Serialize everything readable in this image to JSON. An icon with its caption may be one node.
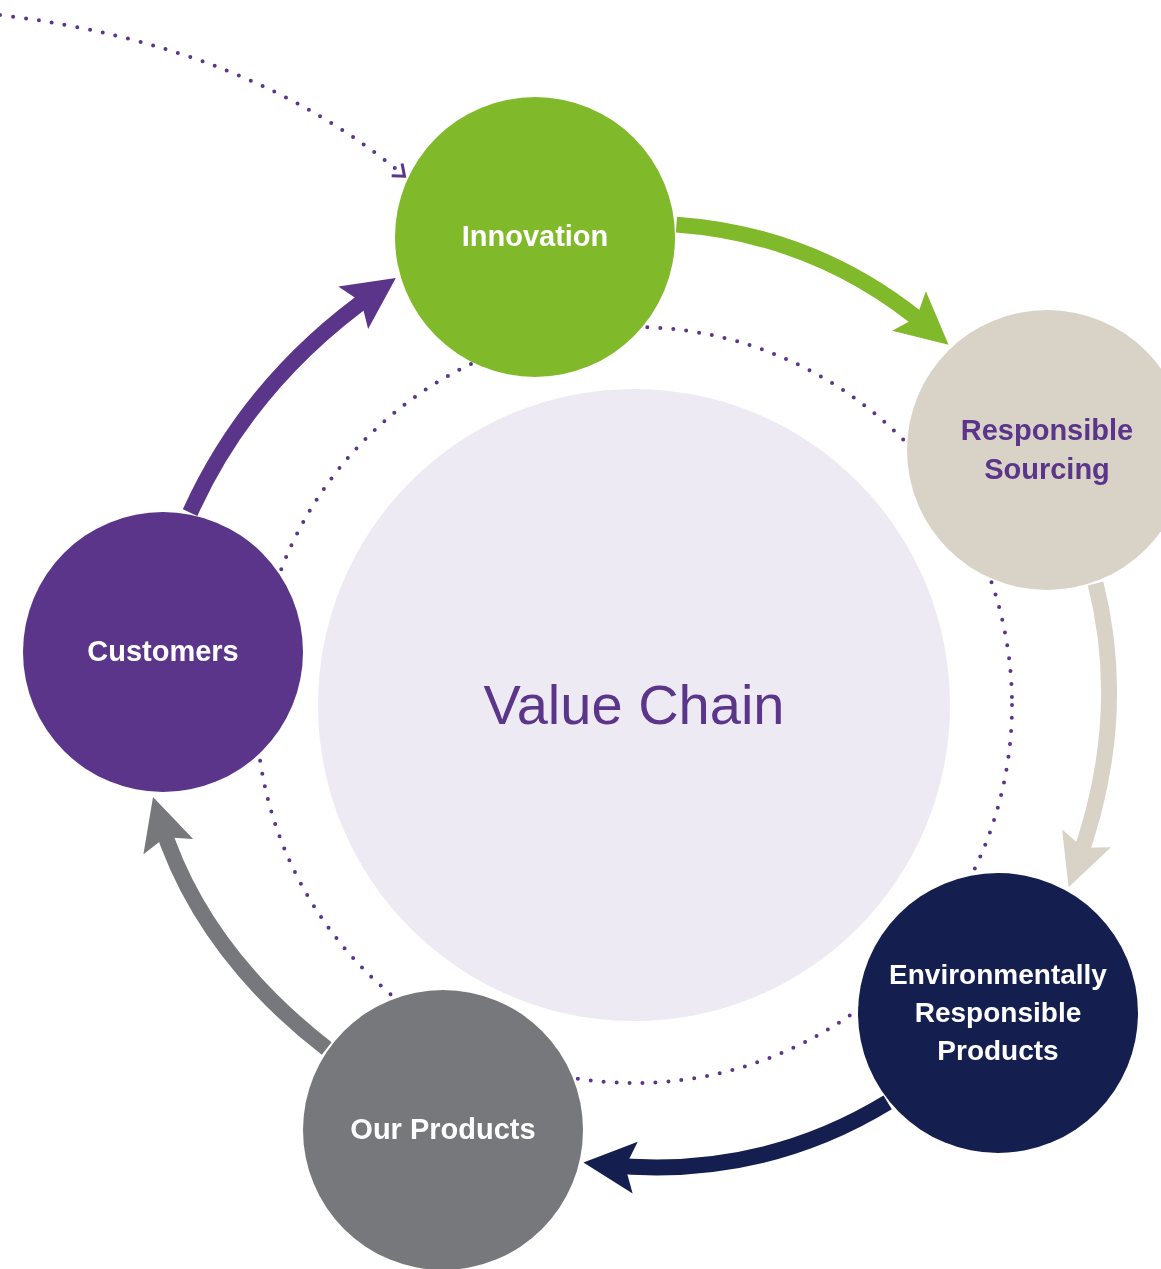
{
  "diagram": {
    "nodes": [
      {
        "text": [
          "Innovation"
        ]
      },
      {
        "text": [
          "Responsible Sourcing"
        ]
      },
      {
        "text": [
          "Customers"
        ]
      },
      {
        "text": [
          "Value Chain"
        ]
      },
      {
        "text": [
          "Environmentally Responsible Products"
        ]
      },
      {
        "text": [
          "Our Products"
        ]
      }
    ],
    "edges": [
      {
        "from": 0,
        "to": 1,
        "arrow": "to",
        "color": "#80b929"
      },
      {
        "from": 1,
        "to": 4,
        "arrow": "to",
        "color": "#d9d3c7"
      },
      {
        "from": 4,
        "to": 5,
        "arrow": "to",
        "color": "#141f4f"
      },
      {
        "from": 5,
        "to": 2,
        "arrow": "to",
        "color": "#77787b"
      },
      {
        "from": 2,
        "to": 0,
        "arrow": "to",
        "color": "#5b3589"
      },
      {
        "from": null,
        "to": 0,
        "arrow": "to",
        "style": "dashed",
        "color": "#5b3589"
      }
    ]
  }
}
